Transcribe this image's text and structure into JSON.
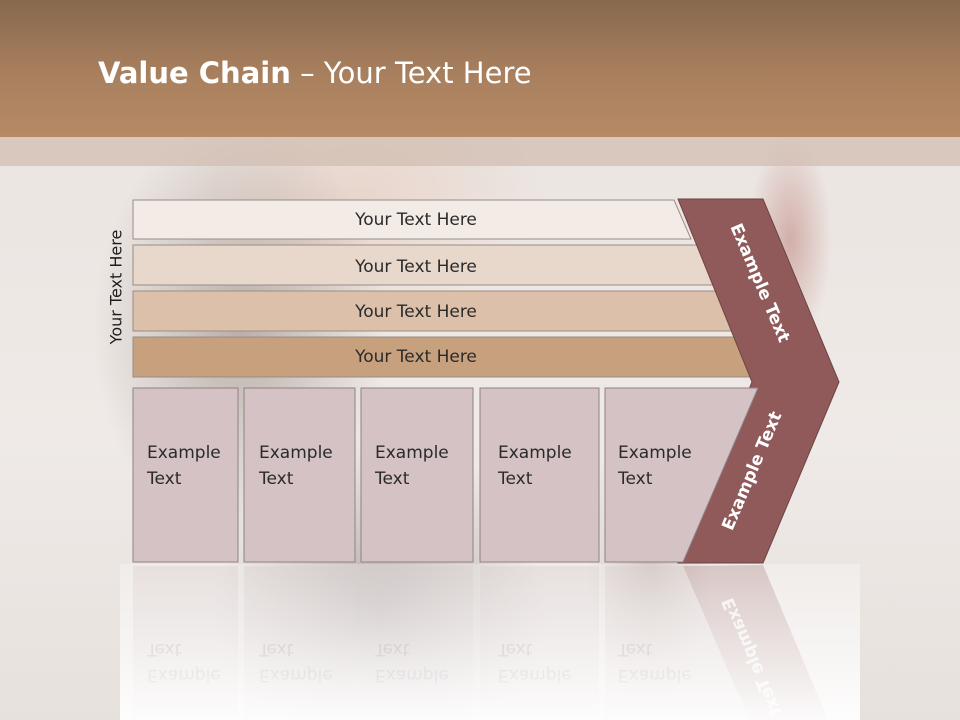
{
  "title": {
    "bold": "Value Chain",
    "rest": " – Your Text Here"
  },
  "side_label": "Your Text Here",
  "bars": [
    {
      "label": "Your Text Here",
      "color": "#f2ebe6"
    },
    {
      "label": "Your Text Here",
      "color": "#e8d7cb"
    },
    {
      "label": "Your Text Here",
      "color": "#dcc0aa"
    },
    {
      "label": "Your Text Here",
      "color": "#c7a07e"
    }
  ],
  "boxes": [
    {
      "line1": "Example",
      "line2": "Text"
    },
    {
      "line1": "Example",
      "line2": "Text"
    },
    {
      "line1": "Example",
      "line2": "Text"
    },
    {
      "line1": "Example",
      "line2": "Text"
    },
    {
      "line1": "Example",
      "line2": "Text"
    }
  ],
  "chevron": {
    "upper_label": "Example Text",
    "lower_label": "Example Text",
    "color": "#8f5a59"
  },
  "colors": {
    "header": "#a9805e",
    "box_fill": "#d5c2c4",
    "box_stroke": "#8d8385"
  }
}
